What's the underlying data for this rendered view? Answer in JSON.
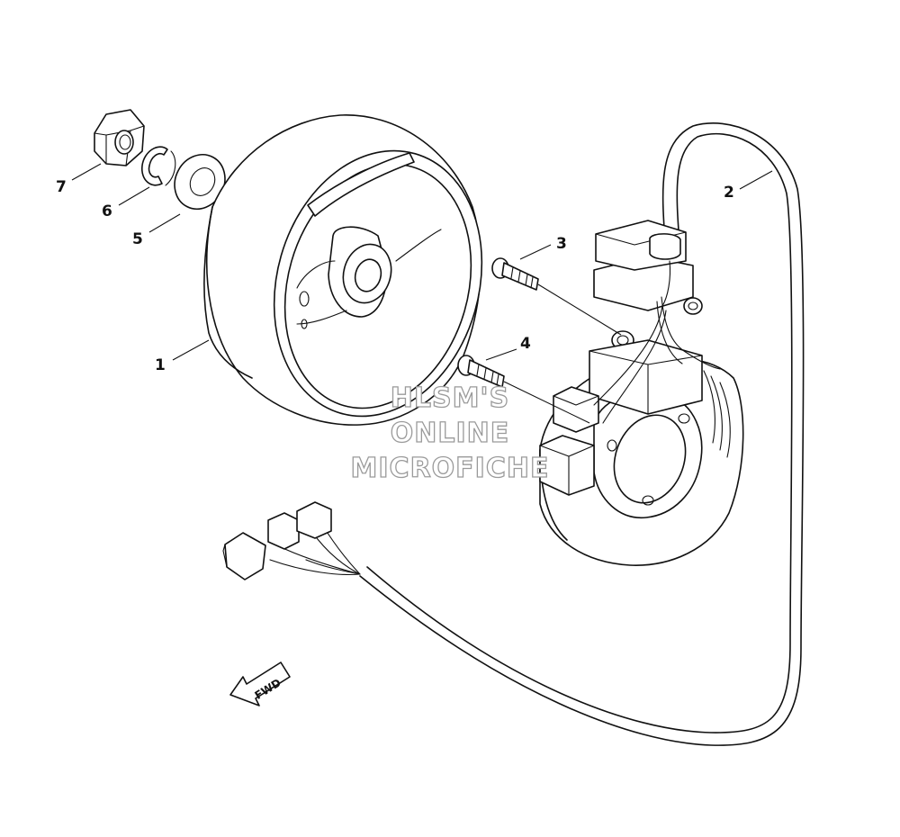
{
  "callouts": [
    {
      "id": "1",
      "label": "1"
    },
    {
      "id": "2",
      "label": "2"
    },
    {
      "id": "3",
      "label": "3"
    },
    {
      "id": "4",
      "label": "4"
    },
    {
      "id": "5",
      "label": "5"
    },
    {
      "id": "6",
      "label": "6"
    },
    {
      "id": "7",
      "label": "7"
    }
  ],
  "watermark": {
    "line1": "HLSM'S",
    "line2": "ONLINE",
    "line3": "MICROFICHE",
    "color": "#9a9a9a"
  },
  "direction_indicator": {
    "label": "FWD"
  },
  "line_color": "#111111",
  "background_color": "#ffffff"
}
